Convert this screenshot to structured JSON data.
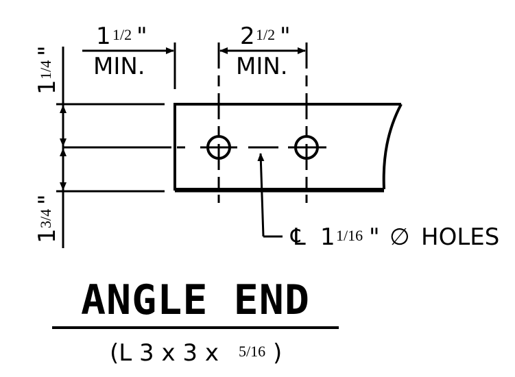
{
  "dimensions": {
    "edge_distance": {
      "whole": "1",
      "frac": "1/2",
      "inch": "\"",
      "label": "MIN."
    },
    "hole_spacing": {
      "whole": "2",
      "frac": "1/2",
      "inch": "\"",
      "label": "MIN."
    },
    "top_gauge": {
      "whole": "1",
      "frac": "1/4",
      "inch": "\""
    },
    "bottom_gauge": {
      "whole": "1",
      "frac": "3/4",
      "inch": "\""
    }
  },
  "hole_note": {
    "centerline_symbol": "℄",
    "size_whole": "1",
    "size_frac": "1/16",
    "inch": "\"",
    "diameter_symbol": "∅",
    "text": "HOLES"
  },
  "title": "ANGLE END",
  "subtitle": {
    "prefix": "(L 3 x 3 x ",
    "frac": "5/16",
    "suffix": ")"
  }
}
